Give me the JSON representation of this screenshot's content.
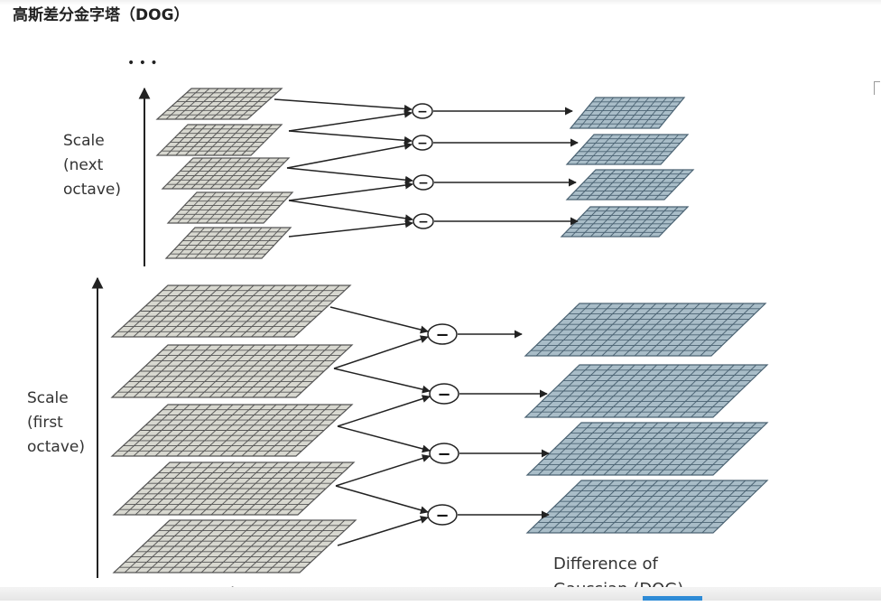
{
  "title": "高斯差分金字塔（DOG）",
  "ellipsis": "• • •",
  "labels": {
    "upper": [
      "Scale",
      "(next",
      "octave)"
    ],
    "lower": [
      "Scale",
      "(first",
      "octave)"
    ],
    "gaussian": "Gaussian",
    "dog": [
      "Difference of",
      "Gaussian (DOG)"
    ]
  },
  "operator": "−",
  "colors": {
    "gaussian_grid": "#555555",
    "gaussian_fill": "#d8d8d0",
    "dog_grid": "#4a6272",
    "dog_fill": "#a9bdc8",
    "arrow": "#222222",
    "accent": "#2e8bd6"
  },
  "icons": [
    "minus-circle-icon",
    "arrow-icon",
    "cursor-icon"
  ]
}
